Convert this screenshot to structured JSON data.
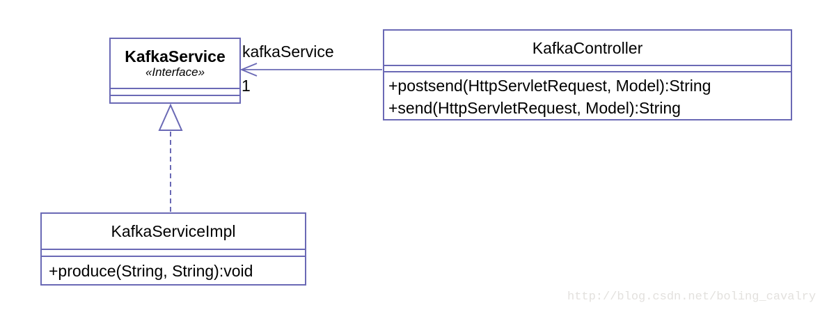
{
  "diagram": {
    "kafka_service": {
      "name": "KafkaService",
      "stereotype": "«Interface»"
    },
    "kafka_controller": {
      "name": "KafkaController",
      "methods": [
        "+postsend(HttpServletRequest, Model):String",
        "+send(HttpServletRequest, Model):String"
      ]
    },
    "kafka_service_impl": {
      "name": "KafkaServiceImpl",
      "methods": [
        "+produce(String, String):void"
      ]
    },
    "association": {
      "type": "directed-association",
      "from": "KafkaController",
      "to": "KafkaService",
      "label": "kafkaService",
      "multiplicity": "1"
    },
    "realization": {
      "type": "realization",
      "from": "KafkaServiceImpl",
      "to": "KafkaService"
    },
    "colors": {
      "line": "#6a69b5",
      "text": "#000000",
      "background": "#ffffff",
      "watermark": "#e3e1de"
    }
  },
  "watermark": {
    "text": "http://blog.csdn.net/boling_cavalry"
  }
}
